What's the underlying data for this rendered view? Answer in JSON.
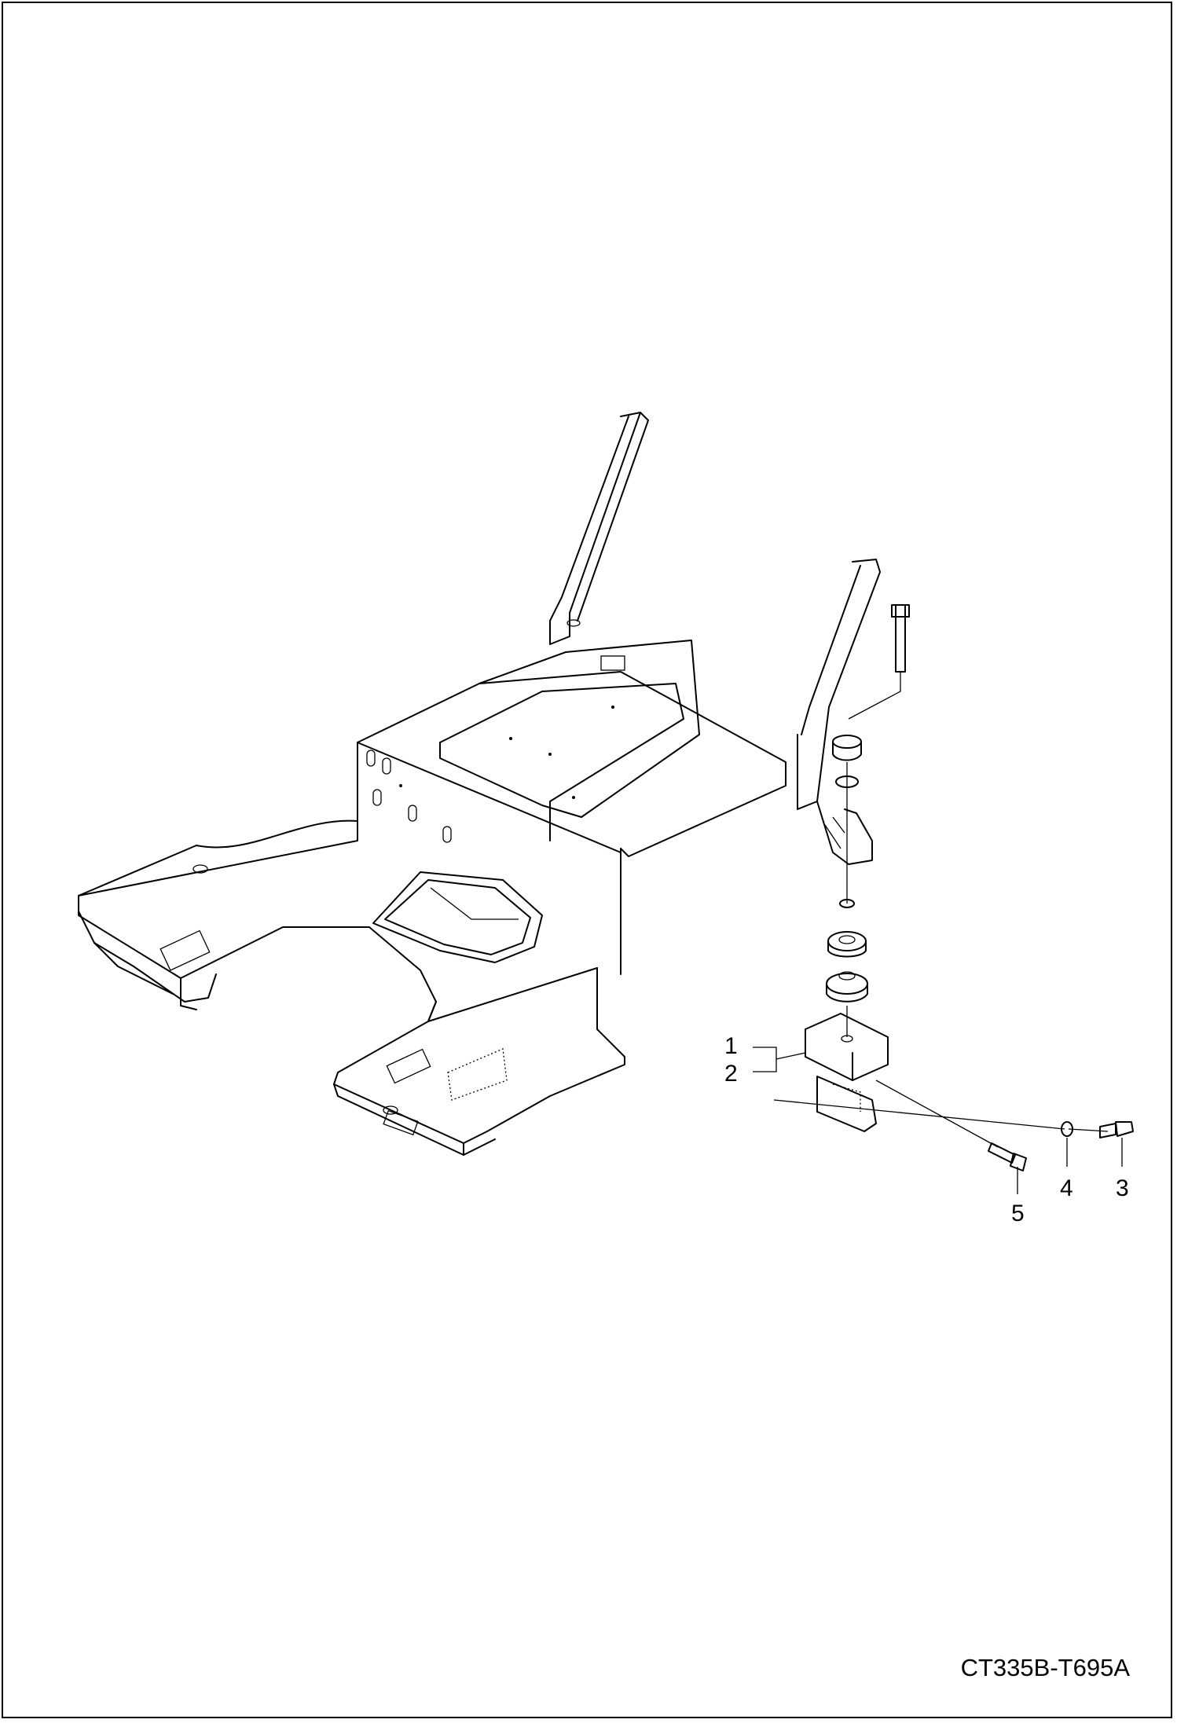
{
  "callouts": {
    "c1": "1",
    "c2": "2",
    "c3": "3",
    "c4": "4",
    "c5": "5"
  },
  "doc_code": "CT335B-T695A",
  "colors": {
    "line": "#000000",
    "background": "#ffffff"
  }
}
